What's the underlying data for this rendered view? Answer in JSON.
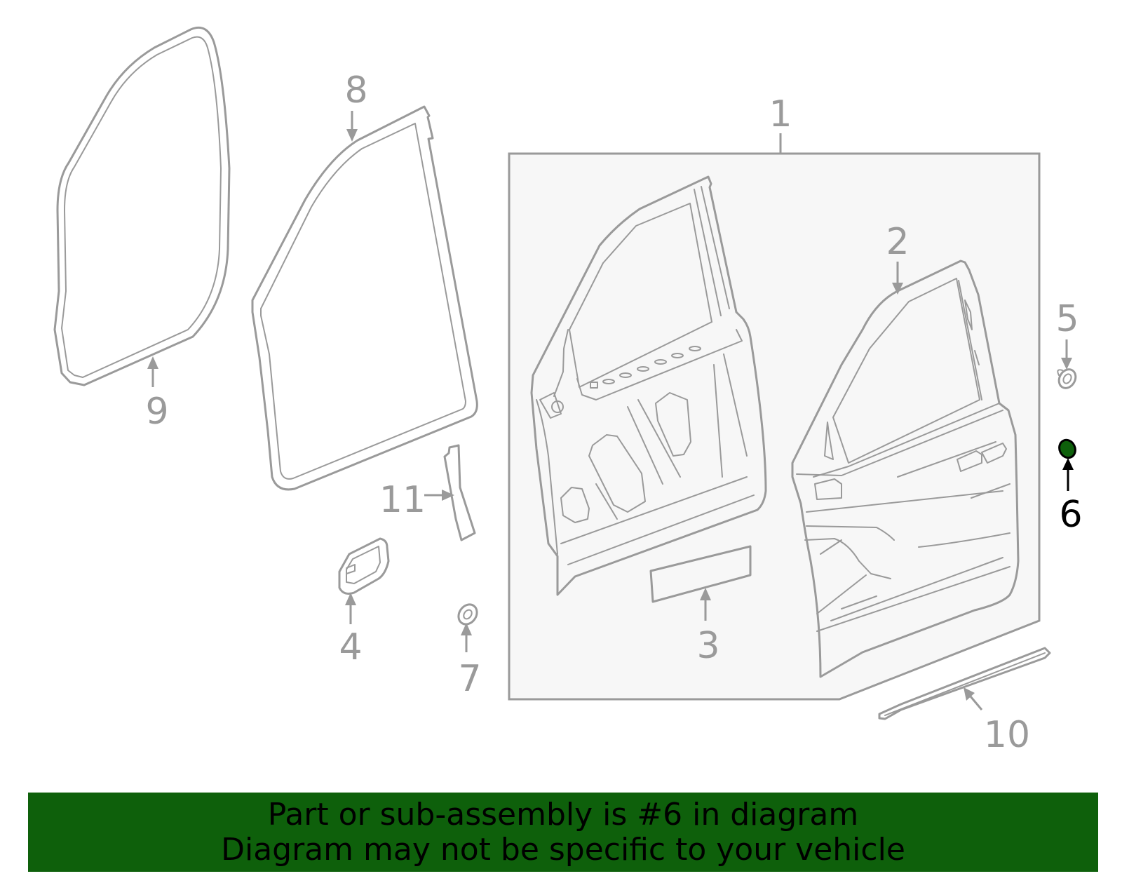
{
  "callouts": [
    {
      "id": "1",
      "label": "1"
    },
    {
      "id": "2",
      "label": "2"
    },
    {
      "id": "3",
      "label": "3"
    },
    {
      "id": "4",
      "label": "4"
    },
    {
      "id": "5",
      "label": "5"
    },
    {
      "id": "6",
      "label": "6",
      "highlighted": true
    },
    {
      "id": "7",
      "label": "7"
    },
    {
      "id": "8",
      "label": "8"
    },
    {
      "id": "9",
      "label": "9"
    },
    {
      "id": "10",
      "label": "10"
    },
    {
      "id": "11",
      "label": "11"
    }
  ],
  "banner": {
    "line1": "Part or sub-assembly is #6 in diagram",
    "line2": "Diagram may not be specific to your vehicle"
  },
  "colors": {
    "part_stroke": "#9a9a9a",
    "highlight_fill": "#0e600b",
    "banner_bg": "#0e600b",
    "panel_bg": "#f7f7f7"
  }
}
